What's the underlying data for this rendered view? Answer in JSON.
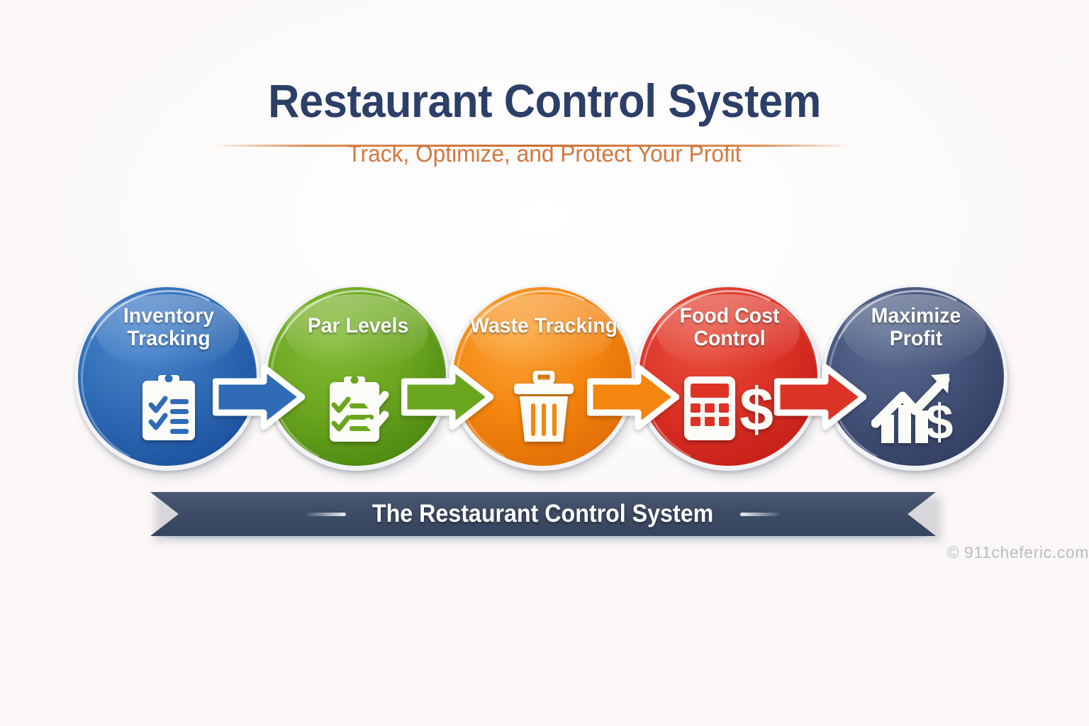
{
  "header": {
    "title": "Restaurant Control System",
    "subtitle": "Track, Optimize, and Protect Your Profit"
  },
  "flow": {
    "steps": [
      {
        "label_line1": "Inventory",
        "label_line2": "Tracking",
        "icon": "clipboard-checklist-icon",
        "color": "#2f6cb5",
        "name": "step-inventory-tracking"
      },
      {
        "label_line1": "Par Levels",
        "label_line2": "",
        "icon": "clipboard-checkmarks-icon",
        "color": "#6ba61f",
        "name": "step-par-levels"
      },
      {
        "label_line1": "Waste Tracking",
        "label_line2": "",
        "icon": "trash-bin-icon",
        "color": "#f4850f",
        "name": "step-waste-tracking"
      },
      {
        "label_line1": "Food Cost",
        "label_line2": "Control",
        "icon": "calculator-dollar-icon",
        "color": "#dd3226",
        "name": "step-food-cost-control"
      },
      {
        "label_line1": "Maximize",
        "label_line2": "Profit",
        "icon": "growth-chart-dollar-icon",
        "color": "#44537a",
        "name": "step-maximize-profit"
      }
    ],
    "arrows": [
      {
        "name": "arrow-inventory-to-par",
        "color": "#2f6cb5"
      },
      {
        "name": "arrow-par-to-waste",
        "color": "#6ba61f"
      },
      {
        "name": "arrow-waste-to-foodcost",
        "color": "#f4850f"
      },
      {
        "name": "arrow-foodcost-to-profit",
        "color": "#dd3226"
      }
    ]
  },
  "banner": {
    "text": "The Restaurant Control System",
    "color": "#3e4c66"
  },
  "credit": {
    "text": "© 911cheferic.com"
  },
  "palette": {
    "background": "#fdfbfb",
    "title": "#2b3f68",
    "subtitle": "#d4763c",
    "rule": "#c96c30"
  }
}
